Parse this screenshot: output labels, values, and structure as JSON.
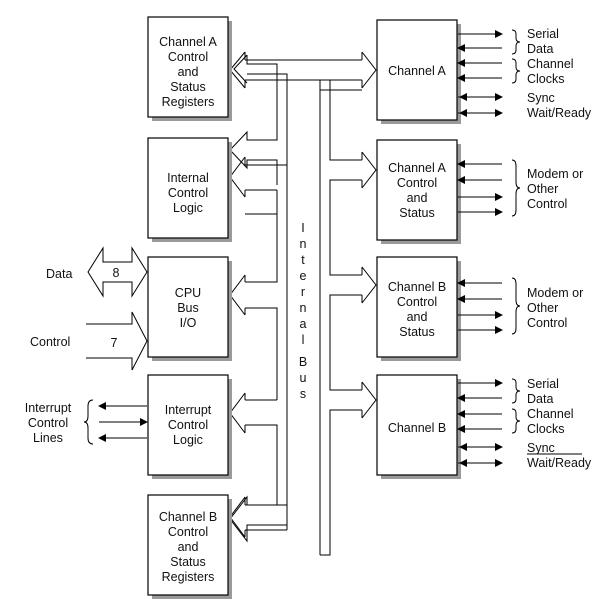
{
  "left_blocks": {
    "channel_a_regs": [
      "Channel A",
      "Control",
      "and",
      "Status",
      "Registers"
    ],
    "internal_logic": [
      "Internal",
      "Control",
      "Logic"
    ],
    "cpu_bus": [
      "CPU",
      "Bus",
      "I/O"
    ],
    "interrupt_logic": [
      "Interrupt",
      "Control",
      "Logic"
    ],
    "channel_b_regs": [
      "Channel B",
      "Control",
      "and",
      "Status",
      "Registers"
    ]
  },
  "right_blocks": {
    "channel_a": [
      "Channel A"
    ],
    "channel_a_ctrl": [
      "Channel A",
      "Control",
      "and",
      "Status"
    ],
    "channel_b_ctrl": [
      "Channel B",
      "Control",
      "and",
      "Status"
    ],
    "channel_b": [
      "Channel B"
    ]
  },
  "internal_bus_label": [
    "I",
    "n",
    "t",
    "e",
    "r",
    "n",
    "a",
    "l",
    "B",
    "u",
    "s"
  ],
  "inputs": {
    "data_label": "Data",
    "data_width": "8",
    "control_label": "Control",
    "control_width": "7",
    "interrupt_label": [
      "Interrupt",
      "Control",
      "Lines"
    ]
  },
  "signals": {
    "ch_a": [
      "Serial",
      "Data",
      "Channel",
      "Clocks",
      "Sync",
      "Wait/Ready"
    ],
    "modem_a": [
      "Modem or",
      "Other",
      "Control"
    ],
    "modem_b": [
      "Modem or",
      "Other",
      "Control"
    ],
    "ch_b": [
      "Serial",
      "Data",
      "Channel",
      "Clocks",
      "Sync",
      "Wait/Ready"
    ]
  }
}
